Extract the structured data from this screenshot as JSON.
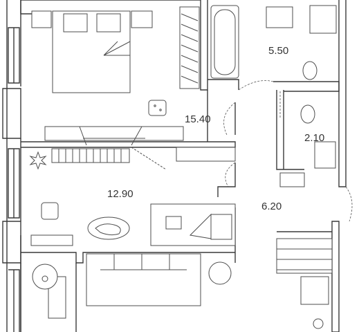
{
  "plan": {
    "rooms": [
      {
        "id": "bedroom",
        "area": "15.40"
      },
      {
        "id": "bathroom",
        "area": "5.50"
      },
      {
        "id": "toilet",
        "area": "2.10"
      },
      {
        "id": "living-room",
        "area": "12.90"
      },
      {
        "id": "hallway",
        "area": "6.20"
      }
    ],
    "colors": {
      "wall": "#3a3a3a",
      "furniture": "#4d4d4d",
      "fill": "#ffffff"
    }
  }
}
